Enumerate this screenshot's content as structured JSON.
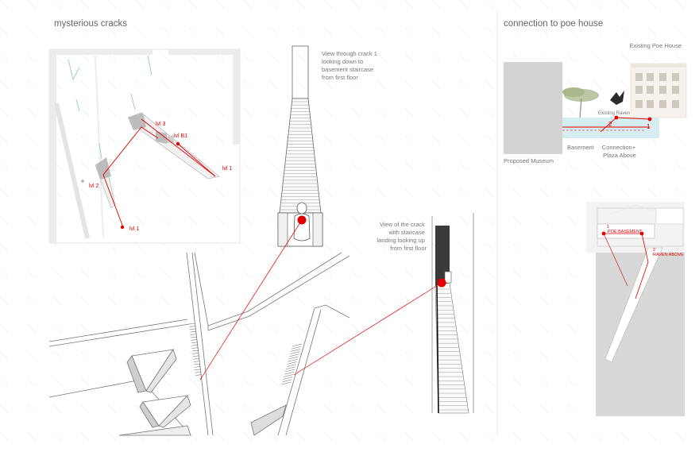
{
  "left_panel": {
    "title": "mysterious cracks",
    "plan_labels": {
      "lvl3": "lvl 3",
      "lvlb1": "lvl B1",
      "lvl2": "lvl 2",
      "lvl1_left": "lvl 1",
      "lvl1_right": "lvl 1"
    },
    "view1_caption": [
      "View through crack 1",
      "looking down to",
      "basement staircase",
      "from first floor"
    ],
    "view2_caption": [
      "View of the crack",
      "with staircase",
      "landing looking up",
      "from first floor"
    ]
  },
  "right_panel": {
    "title": "connection to poe house",
    "section": {
      "existing_poe_house": "Existing Poe House",
      "existing_raven": "Existing Raven",
      "proposed_museum": "Proposed Museum",
      "basement": "Basement",
      "connection": [
        "Connection+",
        "Plaza Above"
      ],
      "marker_1": "1",
      "marker_2": "2"
    },
    "plan": {
      "poe_basement_number": "1",
      "poe_basement": "POE BASEMENT",
      "raven_above_number": "2",
      "raven_above": "RAVEN ABOVE"
    }
  },
  "colors": {
    "accent": "#e00000",
    "grey_mass": "#d3d3d3",
    "water": "#d6eef0",
    "line": "#777777"
  }
}
